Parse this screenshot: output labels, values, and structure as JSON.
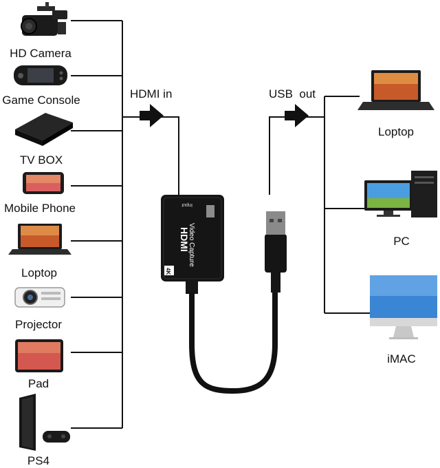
{
  "inputs": {
    "hd_camera": "HD Camera",
    "game_console": "Game Console",
    "tv_box": "TV BOX",
    "mobile_phone": "Mobile Phone",
    "loptop": "Loptop",
    "projector": "Projector",
    "pad": "Pad",
    "ps4": "PS4"
  },
  "flow": {
    "hdmi_in": "HDMI in",
    "usb_out": "USB  out"
  },
  "device": {
    "brand": "HDMI",
    "name": "Video Capture",
    "port": "Input",
    "badge": "4K"
  },
  "outputs": {
    "loptop": "Loptop",
    "pc": "PC",
    "imac": "iMAC"
  }
}
